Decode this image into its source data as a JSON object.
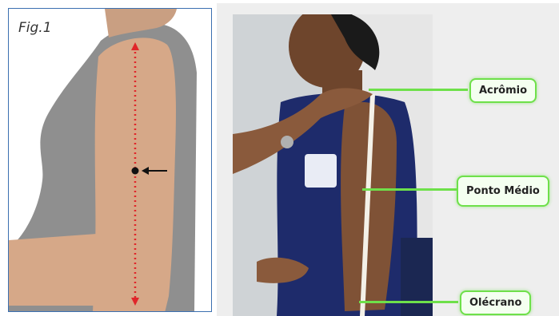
{
  "figure": {
    "label": "Fig.1",
    "colors": {
      "body": "#8f8f8f",
      "skin": "#d6a888",
      "skin_top": "#c99f82",
      "measure_line": "#e0262a",
      "arrow": "#111111",
      "border": "#3b6fb0"
    },
    "icons": [
      "double-arrow-icon",
      "pointer-arrow-icon",
      "midpoint-dot-icon"
    ]
  },
  "photo": {
    "colors": {
      "background": "#eeeeee",
      "shirt": "#1e2b6b",
      "skin": "#8a5a3c",
      "tape": "#f4f1e8",
      "callout": "#6ee04a"
    },
    "callouts": [
      {
        "label": "Acrômio"
      },
      {
        "label": "Ponto Médio"
      },
      {
        "label": "Olécrano"
      }
    ]
  }
}
